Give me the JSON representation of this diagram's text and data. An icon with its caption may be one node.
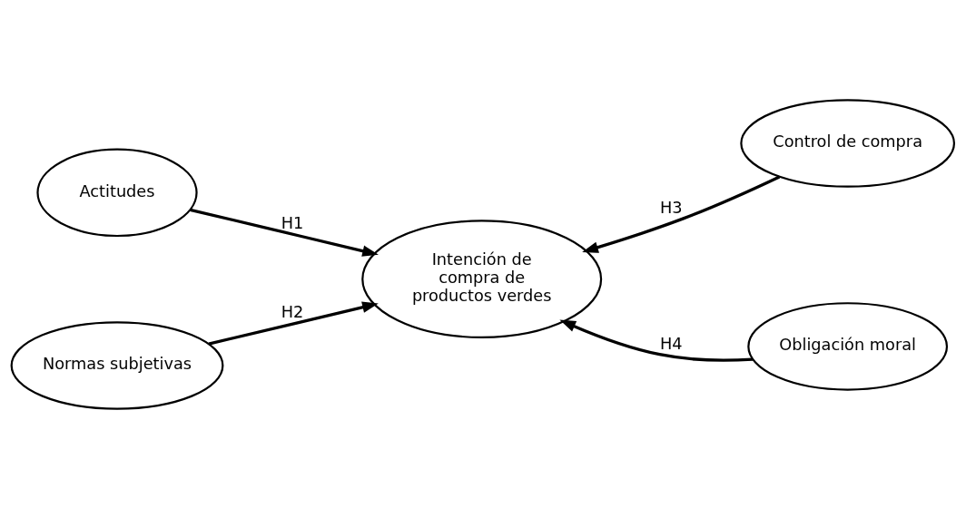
{
  "diagram": {
    "nodes": [
      {
        "text": [
          "Actitudes"
        ]
      },
      {
        "text": [
          "Control de compra"
        ]
      },
      {
        "text": [
          "Intención de compra de productos verdes"
        ]
      },
      {
        "text": [
          "Normas subjetivas"
        ]
      },
      {
        "text": [
          "Obligación moral"
        ]
      }
    ],
    "edges": [
      {
        "from": 0,
        "to": 2,
        "arrow": "to",
        "label": "H1"
      },
      {
        "from": 3,
        "to": 2,
        "arrow": "to",
        "label": "H2"
      },
      {
        "from": 1,
        "to": 2,
        "arrow": "to",
        "label": "H3"
      },
      {
        "from": 4,
        "to": 2,
        "arrow": "to",
        "label": "H4"
      }
    ]
  }
}
